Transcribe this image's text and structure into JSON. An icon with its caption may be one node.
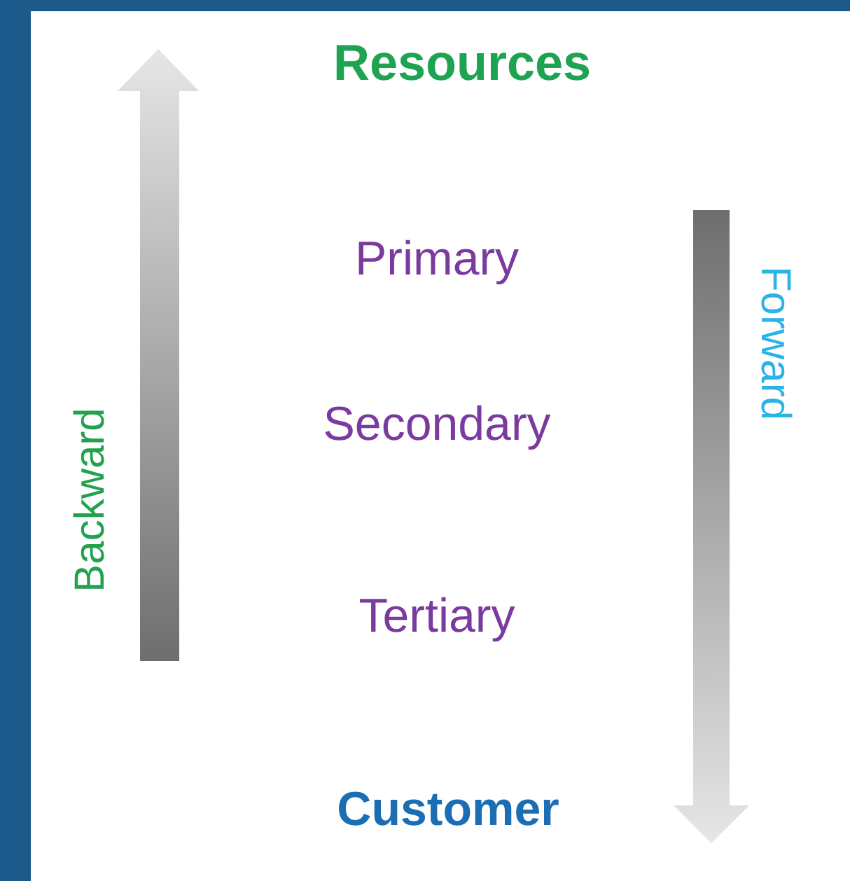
{
  "diagram": {
    "labels": [
      "Resources",
      "Forward",
      "Primary",
      "Backward",
      "Secondary",
      "Tertiary",
      "Customer"
    ]
  }
}
